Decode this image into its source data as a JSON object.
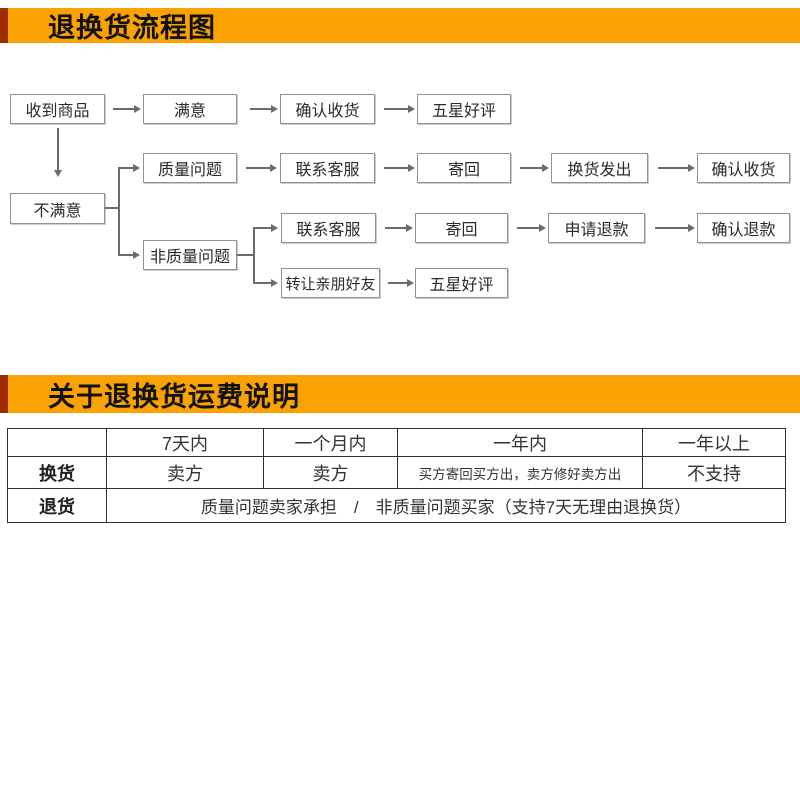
{
  "banners": {
    "flow_title": "退换货流程图",
    "fee_title": "关于退换货运费说明"
  },
  "colors": {
    "banner_orange": "#F9A201",
    "banner_accent_maroon": "#9E2C00",
    "flow_line_gray": "#6B6B6B",
    "box_border_gray": "#919191",
    "table_border_dark": "#2E2E2E"
  },
  "flowchart": {
    "boxes": [
      {
        "id": "receive",
        "label": "收到商品"
      },
      {
        "id": "satisfied",
        "label": "满意"
      },
      {
        "id": "confirm-receipt-1",
        "label": "确认收货"
      },
      {
        "id": "five-star-1",
        "label": "五星好评"
      },
      {
        "id": "unsatisfied",
        "label": "不满意"
      },
      {
        "id": "quality-issue",
        "label": "质量问题"
      },
      {
        "id": "contact-service-1",
        "label": "联系客服"
      },
      {
        "id": "send-back-1",
        "label": "寄回"
      },
      {
        "id": "exchange-sent",
        "label": "换货发出"
      },
      {
        "id": "confirm-receipt-2",
        "label": "确认收货"
      },
      {
        "id": "non-quality-issue",
        "label": "非质量问题"
      },
      {
        "id": "contact-service-2",
        "label": "联系客服"
      },
      {
        "id": "send-back-2",
        "label": "寄回"
      },
      {
        "id": "apply-refund",
        "label": "申请退款"
      },
      {
        "id": "confirm-refund",
        "label": "确认退款"
      },
      {
        "id": "transfer-friends",
        "label": "转让亲朋好友"
      },
      {
        "id": "five-star-2",
        "label": "五星好评"
      }
    ]
  },
  "fee_table": {
    "headers": [
      "",
      "7天内",
      "一个月内",
      "一年内",
      "一年以上"
    ],
    "exchange_row": {
      "label": "换货",
      "cells": [
        "卖方",
        "卖方",
        "买方寄回买方出，卖方修好卖方出",
        "不支持"
      ]
    },
    "return_row": {
      "label": "退货",
      "note": "质量问题卖家承担　/　非质量问题买家（支持7天无理由退换货）"
    }
  }
}
